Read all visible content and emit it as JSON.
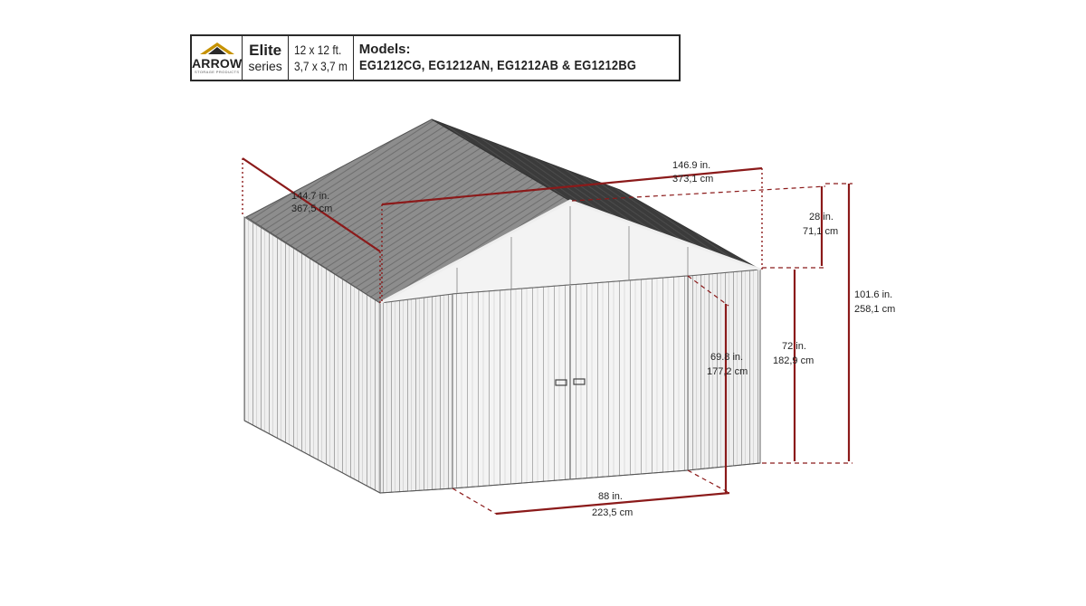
{
  "header": {
    "logo_text": "ARROW",
    "logo_subtext": "STORAGE PRODUCTS",
    "series_name": "Elite",
    "series_label": "series",
    "size_imperial": "12 x 12 ft.",
    "size_metric": "3,7 x 3,7 m",
    "models_label": "Models:",
    "models_list": "EG1212CG, EG1212AN, EG1212AB & EG1212BG"
  },
  "dimensions": {
    "side_depth": {
      "imperial": "144.7 in.",
      "metric": "367,5 cm"
    },
    "front_width": {
      "imperial": "146.9 in.",
      "metric": "373,1 cm"
    },
    "gable_height": {
      "imperial": "28 in.",
      "metric": "71,1 cm"
    },
    "total_height": {
      "imperial": "101.6 in.",
      "metric": "258,1 cm"
    },
    "wall_height": {
      "imperial": "72 in.",
      "metric": "182,9 cm"
    },
    "door_height": {
      "imperial": "69.8 in.",
      "metric": "177,2 cm"
    },
    "door_width": {
      "imperial": "88 in.",
      "metric": "223,5 cm"
    }
  },
  "colors": {
    "dimension_line": "#8b1a1a",
    "roof_dark": "#3b3b3b",
    "outline": "#555555"
  }
}
